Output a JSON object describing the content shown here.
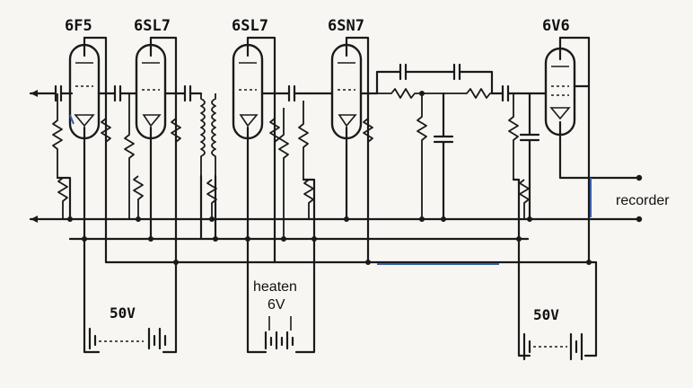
{
  "tubes": [
    {
      "id": "t1",
      "label": "6F5"
    },
    {
      "id": "t2",
      "label": "6SL7"
    },
    {
      "id": "t3",
      "label": "6SL7"
    },
    {
      "id": "t4",
      "label": "6SN7"
    },
    {
      "id": "t5",
      "label": "6V6"
    }
  ],
  "supplies": {
    "left_battery": "50V",
    "heater_line1": "heaten",
    "heater_line2": "6V",
    "right_battery": "50V"
  },
  "output": {
    "label": "recorder"
  }
}
